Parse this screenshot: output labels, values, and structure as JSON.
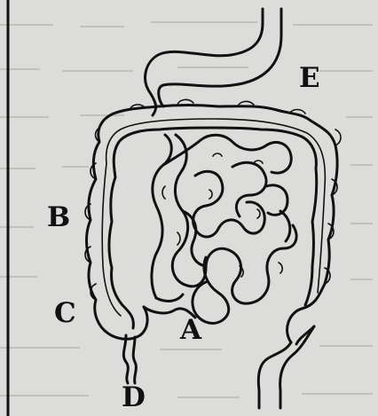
{
  "labels": {
    "a": "A",
    "b": "B",
    "c": "C",
    "d": "D",
    "e": "E"
  },
  "colors": {
    "paper": "#dcdcda",
    "ink": "#111111",
    "show_through": "#b8b8b4"
  }
}
